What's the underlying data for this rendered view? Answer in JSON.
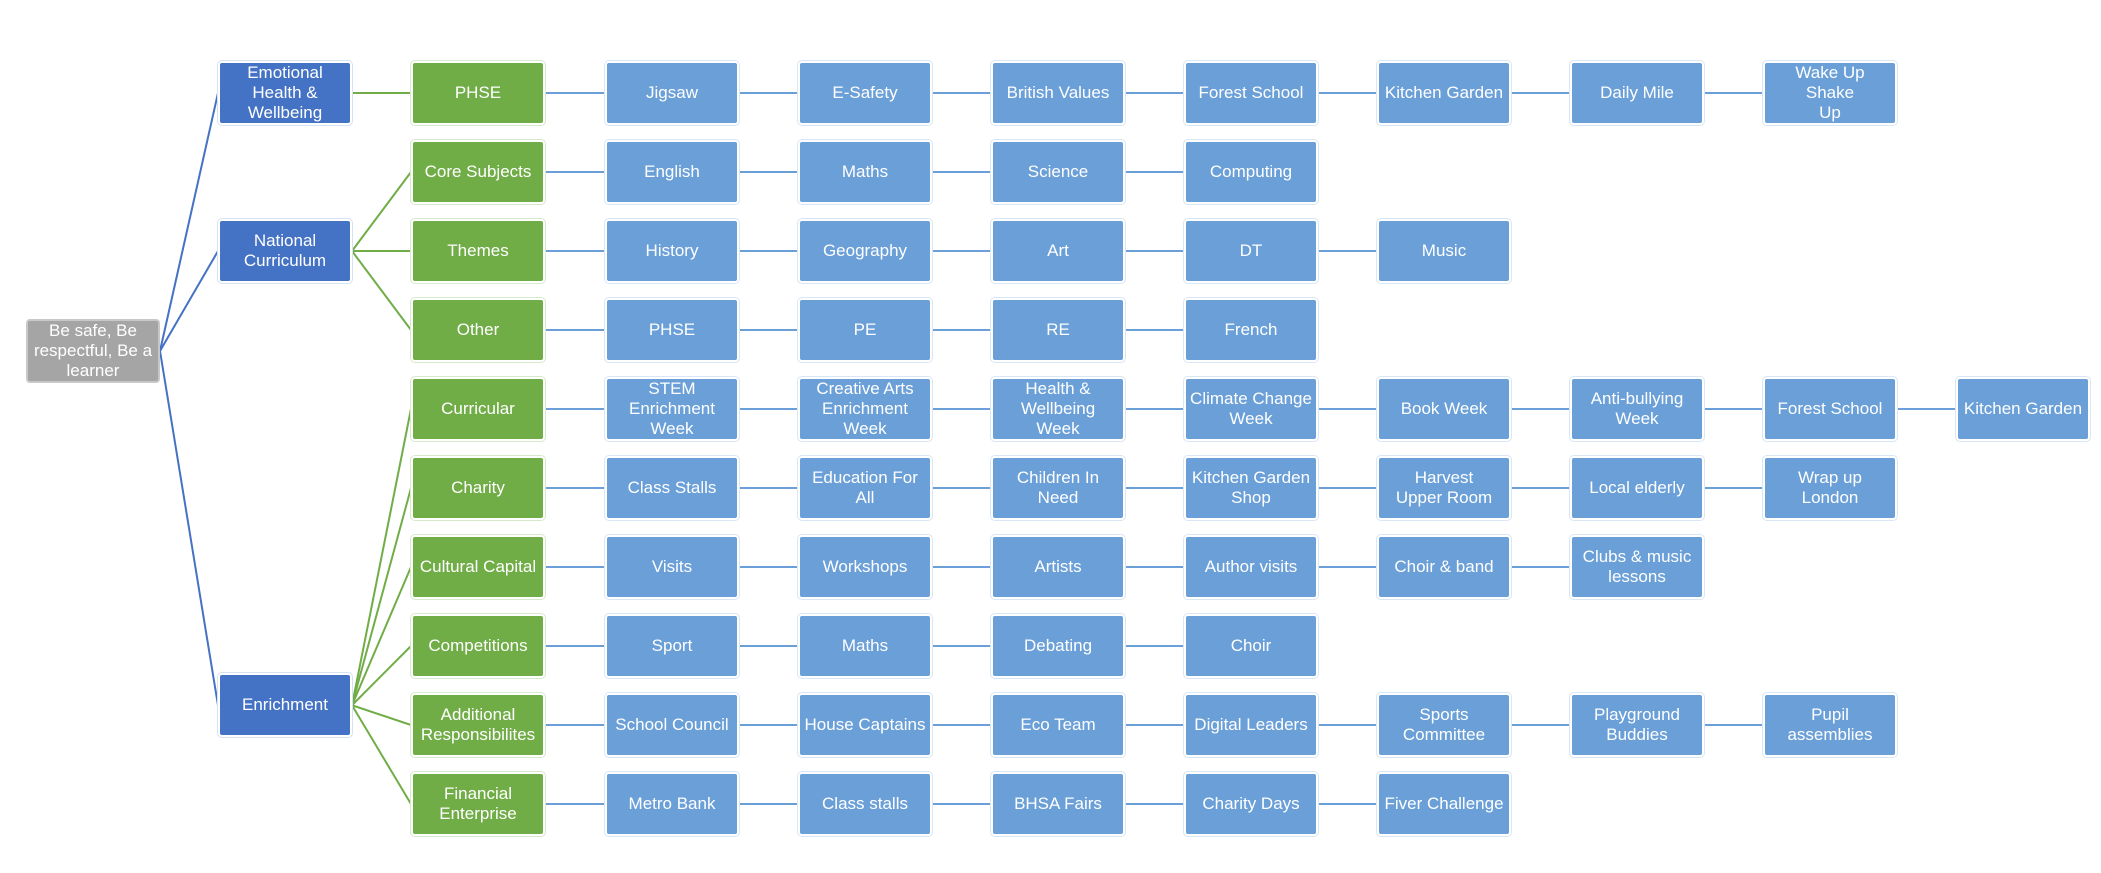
{
  "root": {
    "label": "Be safe, Be\nrespectful, Be a\nlearner"
  },
  "branches": [
    {
      "key": "emotional",
      "label": "Emotional\nHealth &\nWellbeing",
      "groups": [
        {
          "label": "PHSE",
          "items": [
            "Jigsaw",
            "E-Safety",
            "British Values",
            "Forest School",
            "Kitchen Garden",
            "Daily Mile",
            "Wake Up Shake\nUp"
          ]
        }
      ]
    },
    {
      "key": "national",
      "label": "National\nCurriculum",
      "groups": [
        {
          "label": "Core Subjects",
          "items": [
            "English",
            "Maths",
            "Science",
            "Computing"
          ]
        },
        {
          "label": "Themes",
          "items": [
            "History",
            "Geography",
            "Art",
            "DT",
            "Music"
          ]
        },
        {
          "label": "Other",
          "items": [
            "PHSE",
            "PE",
            "RE",
            "French"
          ]
        }
      ]
    },
    {
      "key": "enrichment",
      "label": "Enrichment",
      "groups": [
        {
          "label": "Curricular",
          "items": [
            "STEM\nEnrichment\nWeek",
            "Creative Arts\nEnrichment\nWeek",
            "Health &\nWellbeing Week",
            "Climate Change\nWeek",
            "Book Week",
            "Anti-bullying\nWeek",
            "Forest School",
            "Kitchen Garden"
          ]
        },
        {
          "label": "Charity",
          "items": [
            "Class Stalls",
            "Education For All",
            "Children In Need",
            "Kitchen Garden\nShop",
            "Harvest\nUpper Room",
            "Local elderly",
            "Wrap up London"
          ]
        },
        {
          "label": "Cultural Capital",
          "items": [
            "Visits",
            "Workshops",
            "Artists",
            "Author visits",
            "Choir & band",
            "Clubs & music\nlessons"
          ]
        },
        {
          "label": "Competitions",
          "items": [
            "Sport",
            "Maths",
            "Debating",
            "Choir"
          ]
        },
        {
          "label": "Additional\nResponsibilites",
          "items": [
            "School Council",
            "House Captains",
            "Eco Team",
            "Digital Leaders",
            "Sports\nCommittee",
            "Playground\nBuddies",
            "Pupil assemblies"
          ]
        },
        {
          "label": "Financial\nEnterprise",
          "items": [
            "Metro Bank",
            "Class stalls",
            "BHSA Fairs",
            "Charity Days",
            "Fiver Challenge"
          ]
        }
      ]
    }
  ],
  "colors": {
    "root": "#a5a5a5",
    "branch": "#4472c4",
    "group": "#70ad47",
    "item": "#6a9fd8",
    "branch_connector": "#4472c4",
    "group_connector": "#70ad47",
    "item_connector": "#6a9fd8"
  }
}
